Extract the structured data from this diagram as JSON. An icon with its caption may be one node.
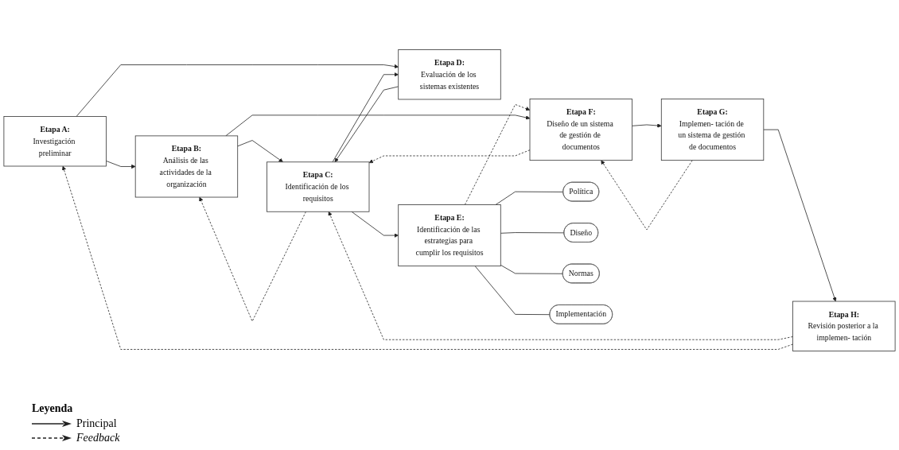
{
  "diagram": {
    "nodes": [
      {
        "text": [
          "Etapa A:",
          "Investigación preliminar"
        ]
      },
      {
        "text": [
          "Etapa B:",
          "Análisis de las actividades de la organización"
        ]
      },
      {
        "text": [
          "Etapa C:",
          "Identificación de los requisitos"
        ]
      },
      {
        "text": [
          "Etapa E:",
          "Identificación de las estrategias para cumplir los requisitos"
        ]
      },
      {
        "text": [
          "Etapa F:",
          "Diseño de un sistema de gestión de documentos"
        ]
      },
      {
        "text": [
          "Política"
        ]
      },
      {
        "text": [
          "Diseño"
        ]
      },
      {
        "text": [
          "Normas"
        ]
      },
      {
        "text": [
          "Implementación"
        ]
      },
      {
        "text": [
          "Etapa D:",
          "Evaluación de los sistemas existentes"
        ]
      },
      {
        "text": [
          "Etapa H:",
          "Revisión posterior a la implemen- tación"
        ]
      },
      {
        "text": [
          "Etapa G:",
          "Implemen- tación de un sistema de gestión de documentos"
        ]
      }
    ],
    "edges": [
      {
        "from": 0,
        "to": 1,
        "arrow": "to"
      },
      {
        "from": 1,
        "to": 2,
        "arrow": "to"
      },
      {
        "from": 2,
        "to": 1,
        "arrow": "to",
        "style": "dashed"
      },
      {
        "from": 2,
        "to": 3,
        "arrow": "to"
      },
      {
        "from": 3,
        "to": 4,
        "arrow": "to",
        "style": "dashed"
      },
      {
        "from": 1,
        "to": 4,
        "arrow": "to"
      },
      {
        "from": 0,
        "to": 9,
        "arrow": "to"
      },
      {
        "from": 9,
        "to": 2,
        "arrow": "to"
      },
      {
        "from": 2,
        "to": 9,
        "arrow": "to"
      },
      {
        "from": 3,
        "to": 5,
        "arrow": "none"
      },
      {
        "from": 3,
        "to": 6,
        "arrow": "none"
      },
      {
        "from": 3,
        "to": 7,
        "arrow": "none"
      },
      {
        "from": 3,
        "to": 8,
        "arrow": "none"
      },
      {
        "from": 4,
        "to": 2,
        "arrow": "to",
        "style": "dashed"
      },
      {
        "from": 4,
        "to": 11,
        "arrow": "to"
      },
      {
        "from": 11,
        "to": 10,
        "arrow": "to"
      },
      {
        "from": 10,
        "to": 2,
        "arrow": "to",
        "style": "dashed"
      },
      {
        "from": 10,
        "to": 0,
        "arrow": "to",
        "style": "dashed"
      },
      {
        "from": 11,
        "to": 4,
        "arrow": "to",
        "style": "dashed"
      }
    ],
    "labels": [
      "Leyenda"
    ],
    "legend": [
      {
        "text": "Principal"
      },
      {
        "text": "Feedback"
      }
    ]
  }
}
